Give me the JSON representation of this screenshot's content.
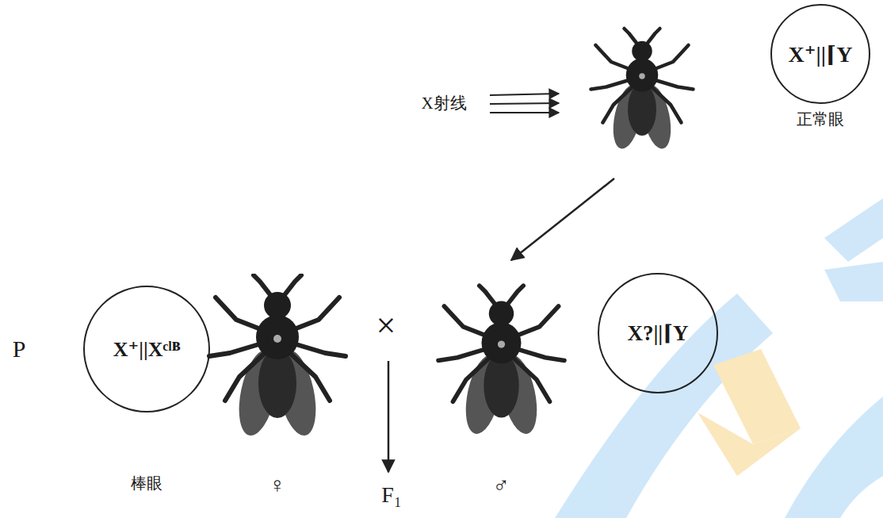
{
  "diagram": {
    "nodes": [
      {
        "text": [
          "X⁺||⌈Y",
          "正常眼"
        ]
      },
      {
        "text": [
          "X⁺||Xᶜˡᴮ",
          "棒眼"
        ]
      },
      {
        "text": [
          "X?||⌈Y"
        ]
      }
    ],
    "labels": [
      "X射线",
      "P",
      "♀",
      "×",
      "F₁",
      "♂"
    ]
  }
}
